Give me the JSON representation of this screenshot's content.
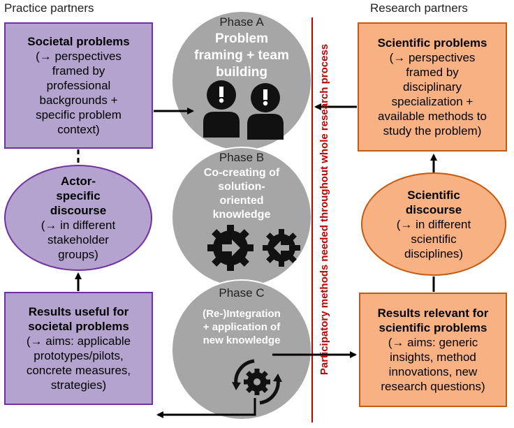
{
  "headers": {
    "left": "Practice partners",
    "right": "Research partners"
  },
  "left": {
    "top": {
      "title": "Societal problems",
      "lines": [
        "(→ perspectives",
        "framed by",
        "professional",
        "backgrounds +",
        "specific problem",
        "context)"
      ]
    },
    "middle": {
      "title_lines": [
        "Actor-",
        "specific",
        "discourse"
      ],
      "lines": [
        "(→ in different",
        "stakeholder",
        "groups)"
      ]
    },
    "bottom": {
      "title_lines": [
        "Results useful for",
        "societal problems"
      ],
      "lines": [
        "(→ aims: applicable",
        "prototypes/pilots,",
        "concrete measures,",
        "strategies)"
      ]
    }
  },
  "right": {
    "top": {
      "title": "Scientific problems",
      "lines": [
        "(→ perspectives",
        "framed by",
        "disciplinary",
        "specialization +",
        "available methods to",
        "study the problem)"
      ]
    },
    "middle": {
      "title_lines": [
        "Scientific",
        "discourse"
      ],
      "lines": [
        "(→ in different",
        "scientific",
        "disciplines)"
      ]
    },
    "bottom": {
      "title_lines": [
        "Results relevant for",
        "scientific problems"
      ],
      "lines": [
        "(→ aims: generic",
        "insights, method",
        "innovations, new",
        "research questions)"
      ]
    }
  },
  "phases": {
    "a": {
      "label": "Phase A",
      "text_lines": [
        "Problem",
        "framing + team",
        "building"
      ]
    },
    "b": {
      "label": "Phase B",
      "text_lines": [
        "Co-creating of",
        "solution-",
        "oriented",
        "knowledge"
      ]
    },
    "c": {
      "label": "Phase C",
      "text_lines": [
        "(Re-)Integration",
        "+ application of",
        "new knowledge"
      ]
    }
  },
  "vertical_note": "Participatory methods needed throughout whole research  process",
  "colors": {
    "purple_fill": "#b4a3cf",
    "purple_border": "#7030a0",
    "orange_fill": "#f8b183",
    "orange_border": "#c55a11",
    "circle": "#a6a6a6",
    "red": "#c00000"
  }
}
